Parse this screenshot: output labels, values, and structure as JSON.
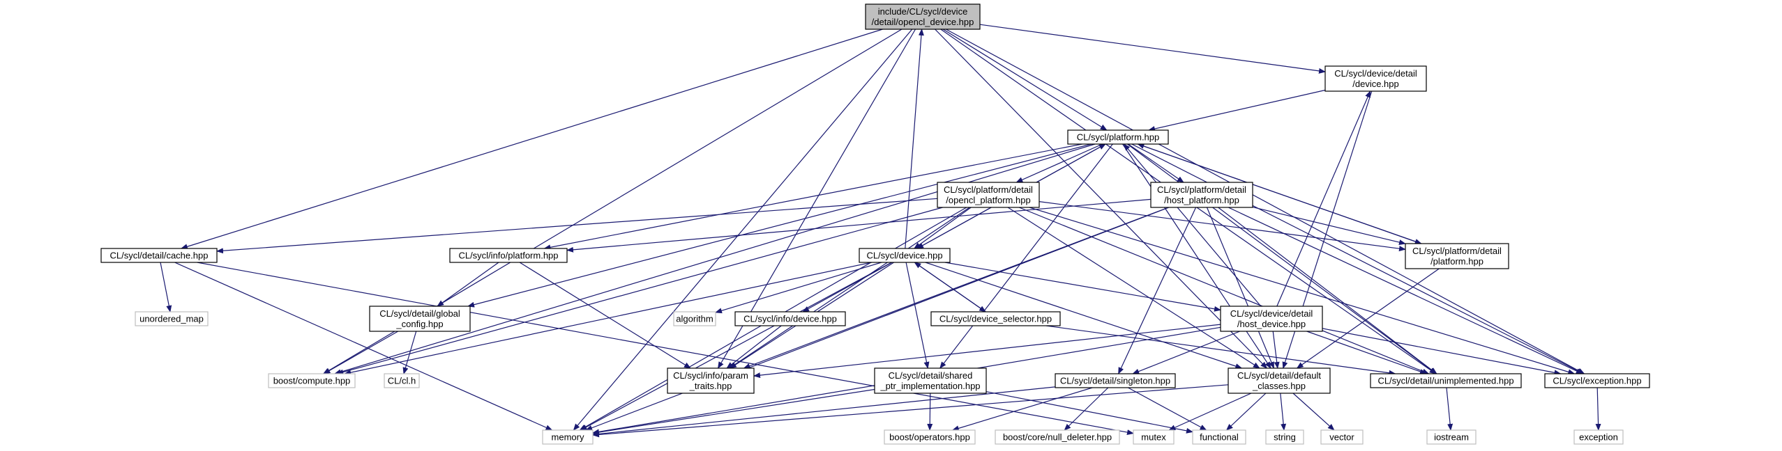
{
  "nodes": {
    "root": {
      "lines": [
        "include/CL/sycl/device",
        "/detail/opencl_device.hpp"
      ],
      "style": "root"
    },
    "dev_detail_device": {
      "lines": [
        "CL/sycl/device/detail",
        "/device.hpp"
      ],
      "style": "normal"
    },
    "platform": {
      "lines": [
        "CL/sycl/platform.hpp"
      ],
      "style": "normal"
    },
    "opencl_platform": {
      "lines": [
        "CL/sycl/platform/detail",
        "/opencl_platform.hpp"
      ],
      "style": "normal"
    },
    "host_platform": {
      "lines": [
        "CL/sycl/platform/detail",
        "/host_platform.hpp"
      ],
      "style": "normal"
    },
    "plat_detail_platform": {
      "lines": [
        "CL/sycl/platform/detail",
        "/platform.hpp"
      ],
      "style": "normal"
    },
    "cache": {
      "lines": [
        "CL/sycl/detail/cache.hpp"
      ],
      "style": "normal"
    },
    "info_platform": {
      "lines": [
        "CL/sycl/info/platform.hpp"
      ],
      "style": "normal"
    },
    "device": {
      "lines": [
        "CL/sycl/device.hpp"
      ],
      "style": "normal"
    },
    "unordered_map": {
      "lines": [
        "unordered_map"
      ],
      "style": "ext"
    },
    "global_config": {
      "lines": [
        "CL/sycl/detail/global",
        "_config.hpp"
      ],
      "style": "normal"
    },
    "algorithm": {
      "lines": [
        "algorithm"
      ],
      "style": "ext"
    },
    "info_device": {
      "lines": [
        "CL/sycl/info/device.hpp"
      ],
      "style": "normal"
    },
    "device_selector": {
      "lines": [
        "CL/sycl/device_selector.hpp"
      ],
      "style": "normal"
    },
    "host_device": {
      "lines": [
        "CL/sycl/device/detail",
        "/host_device.hpp"
      ],
      "style": "normal"
    },
    "boost_compute": {
      "lines": [
        "boost/compute.hpp"
      ],
      "style": "ext"
    },
    "cl_h": {
      "lines": [
        "CL/cl.h"
      ],
      "style": "ext"
    },
    "param_traits": {
      "lines": [
        "CL/sycl/info/param",
        "_traits.hpp"
      ],
      "style": "normal"
    },
    "shared_ptr": {
      "lines": [
        "CL/sycl/detail/shared",
        "_ptr_implementation.hpp"
      ],
      "style": "normal"
    },
    "singleton": {
      "lines": [
        "CL/sycl/detail/singleton.hpp"
      ],
      "style": "normal"
    },
    "default_classes": {
      "lines": [
        "CL/sycl/detail/default",
        "_classes.hpp"
      ],
      "style": "normal"
    },
    "unimplemented": {
      "lines": [
        "CL/sycl/detail/unimplemented.hpp"
      ],
      "style": "normal"
    },
    "exception": {
      "lines": [
        "CL/sycl/exception.hpp"
      ],
      "style": "normal"
    },
    "memory": {
      "lines": [
        "memory"
      ],
      "style": "ext"
    },
    "boost_operators": {
      "lines": [
        "boost/operators.hpp"
      ],
      "style": "ext"
    },
    "null_deleter": {
      "lines": [
        "boost/core/null_deleter.hpp"
      ],
      "style": "ext"
    },
    "mutex": {
      "lines": [
        "mutex"
      ],
      "style": "ext"
    },
    "functional": {
      "lines": [
        "functional"
      ],
      "style": "ext"
    },
    "string": {
      "lines": [
        "string"
      ],
      "style": "ext"
    },
    "vector": {
      "lines": [
        "vector"
      ],
      "style": "ext"
    },
    "iostream": {
      "lines": [
        "iostream"
      ],
      "style": "ext"
    },
    "exception_std": {
      "lines": [
        "exception"
      ],
      "style": "ext"
    }
  },
  "edges": [
    [
      "root",
      "dev_detail_device"
    ],
    [
      "root",
      "platform"
    ],
    [
      "root",
      "cache"
    ],
    [
      "root",
      "param_traits"
    ],
    [
      "root",
      "boost_compute"
    ],
    [
      "root",
      "memory"
    ],
    [
      "root",
      "default_classes"
    ],
    [
      "root",
      "unimplemented"
    ],
    [
      "root",
      "exception"
    ],
    [
      "dev_detail_device",
      "platform"
    ],
    [
      "dev_detail_device",
      "default_classes"
    ],
    [
      "platform",
      "opencl_platform"
    ],
    [
      "platform",
      "host_platform"
    ],
    [
      "platform",
      "plat_detail_platform"
    ],
    [
      "platform",
      "info_platform"
    ],
    [
      "platform",
      "device"
    ],
    [
      "platform",
      "global_config"
    ],
    [
      "platform",
      "boost_compute"
    ],
    [
      "platform",
      "shared_ptr"
    ],
    [
      "platform",
      "default_classes"
    ],
    [
      "platform",
      "unimplemented"
    ],
    [
      "platform",
      "exception"
    ],
    [
      "opencl_platform",
      "device"
    ],
    [
      "opencl_platform",
      "cache"
    ],
    [
      "opencl_platform",
      "boost_compute"
    ],
    [
      "opencl_platform",
      "memory"
    ],
    [
      "opencl_platform",
      "plat_detail_platform"
    ],
    [
      "opencl_platform",
      "param_traits"
    ],
    [
      "opencl_platform",
      "default_classes"
    ],
    [
      "opencl_platform",
      "unimplemented"
    ],
    [
      "opencl_platform",
      "exception"
    ],
    [
      "host_platform",
      "info_platform"
    ],
    [
      "host_platform",
      "plat_detail_platform"
    ],
    [
      "host_platform",
      "singleton"
    ],
    [
      "host_platform",
      "param_traits"
    ],
    [
      "host_platform",
      "memory"
    ],
    [
      "host_platform",
      "default_classes"
    ],
    [
      "host_platform",
      "unimplemented"
    ],
    [
      "host_platform",
      "exception"
    ],
    [
      "plat_detail_platform",
      "platform"
    ],
    [
      "plat_detail_platform",
      "default_classes"
    ],
    [
      "cache",
      "unordered_map"
    ],
    [
      "cache",
      "memory"
    ],
    [
      "cache",
      "mutex"
    ],
    [
      "info_platform",
      "global_config"
    ],
    [
      "info_platform",
      "param_traits"
    ],
    [
      "device",
      "root"
    ],
    [
      "device",
      "platform"
    ],
    [
      "device",
      "algorithm"
    ],
    [
      "device",
      "info_device"
    ],
    [
      "device",
      "device_selector"
    ],
    [
      "device",
      "host_device"
    ],
    [
      "device",
      "boost_compute"
    ],
    [
      "device",
      "param_traits"
    ],
    [
      "device",
      "shared_ptr"
    ],
    [
      "device",
      "memory"
    ],
    [
      "device",
      "default_classes"
    ],
    [
      "global_config",
      "boost_compute"
    ],
    [
      "global_config",
      "cl_h"
    ],
    [
      "info_device",
      "param_traits"
    ],
    [
      "device_selector",
      "device"
    ],
    [
      "device_selector",
      "unimplemented"
    ],
    [
      "host_device",
      "platform"
    ],
    [
      "host_device",
      "dev_detail_device"
    ],
    [
      "host_device",
      "param_traits"
    ],
    [
      "host_device",
      "singleton"
    ],
    [
      "host_device",
      "default_classes"
    ],
    [
      "host_device",
      "unimplemented"
    ],
    [
      "host_device",
      "exception"
    ],
    [
      "host_device",
      "memory"
    ],
    [
      "shared_ptr",
      "memory"
    ],
    [
      "shared_ptr",
      "boost_operators"
    ],
    [
      "shared_ptr",
      "functional"
    ],
    [
      "singleton",
      "memory"
    ],
    [
      "singleton",
      "boost_operators"
    ],
    [
      "singleton",
      "null_deleter"
    ],
    [
      "singleton",
      "functional"
    ],
    [
      "default_classes",
      "memory"
    ],
    [
      "default_classes",
      "mutex"
    ],
    [
      "default_classes",
      "functional"
    ],
    [
      "default_classes",
      "string"
    ],
    [
      "default_classes",
      "vector"
    ],
    [
      "unimplemented",
      "iostream"
    ],
    [
      "exception",
      "exception_std"
    ]
  ]
}
